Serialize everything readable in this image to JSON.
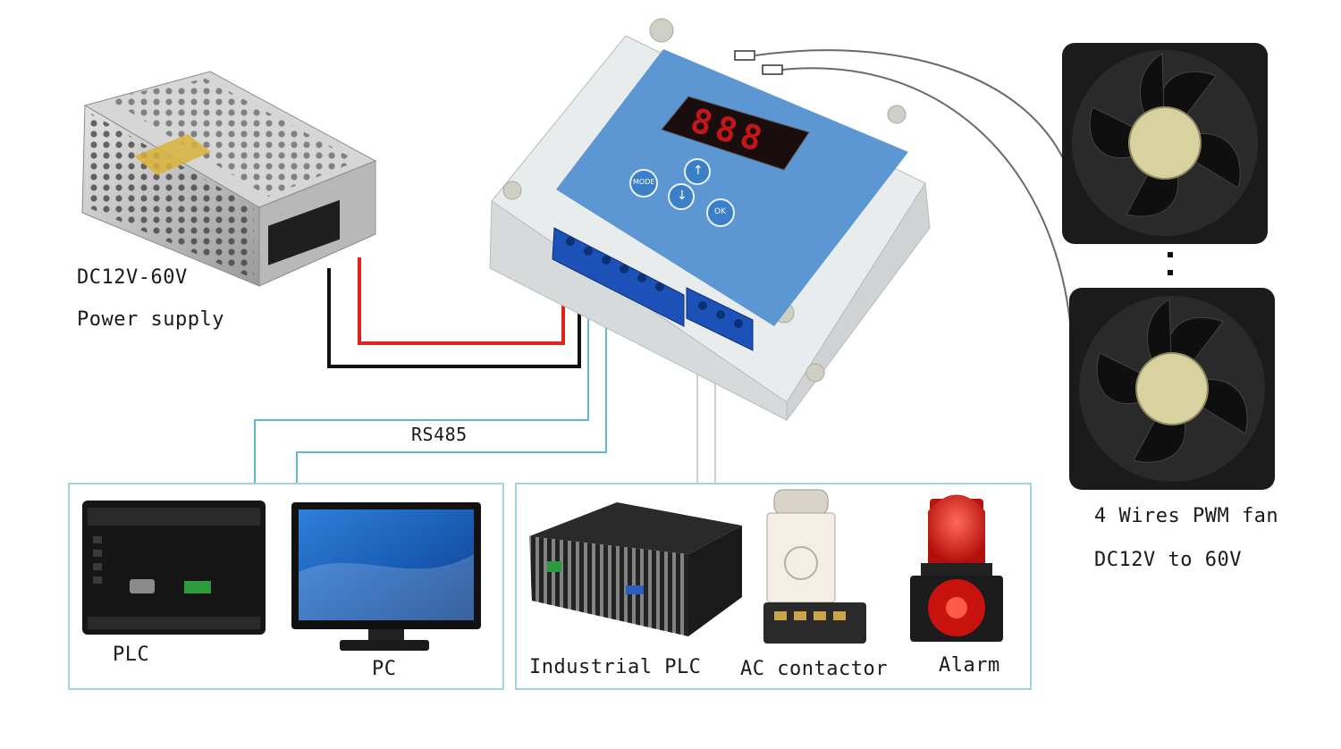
{
  "power_supply": {
    "line1": "DC12V-60V",
    "line2": "Power supply"
  },
  "bus": {
    "label": "RS485"
  },
  "devices_left": [
    {
      "label": "PLC"
    },
    {
      "label": "PC"
    }
  ],
  "devices_right": [
    {
      "label": "Industrial PLC"
    },
    {
      "label": "AC contactor"
    },
    {
      "label": "Alarm"
    }
  ],
  "fan": {
    "line1": "4 Wires PWM fan",
    "line2": "DC12V to 60V"
  },
  "controller": {
    "display": "888",
    "buttons": [
      "MODE",
      "↑",
      "↓",
      "OK"
    ]
  },
  "colors": {
    "wire_red": "#e0231c",
    "wire_black": "#111111",
    "wire_blue": "#5fb9d6",
    "frame": "#9fd4e0",
    "panel_blue": "#4f8fd0"
  }
}
